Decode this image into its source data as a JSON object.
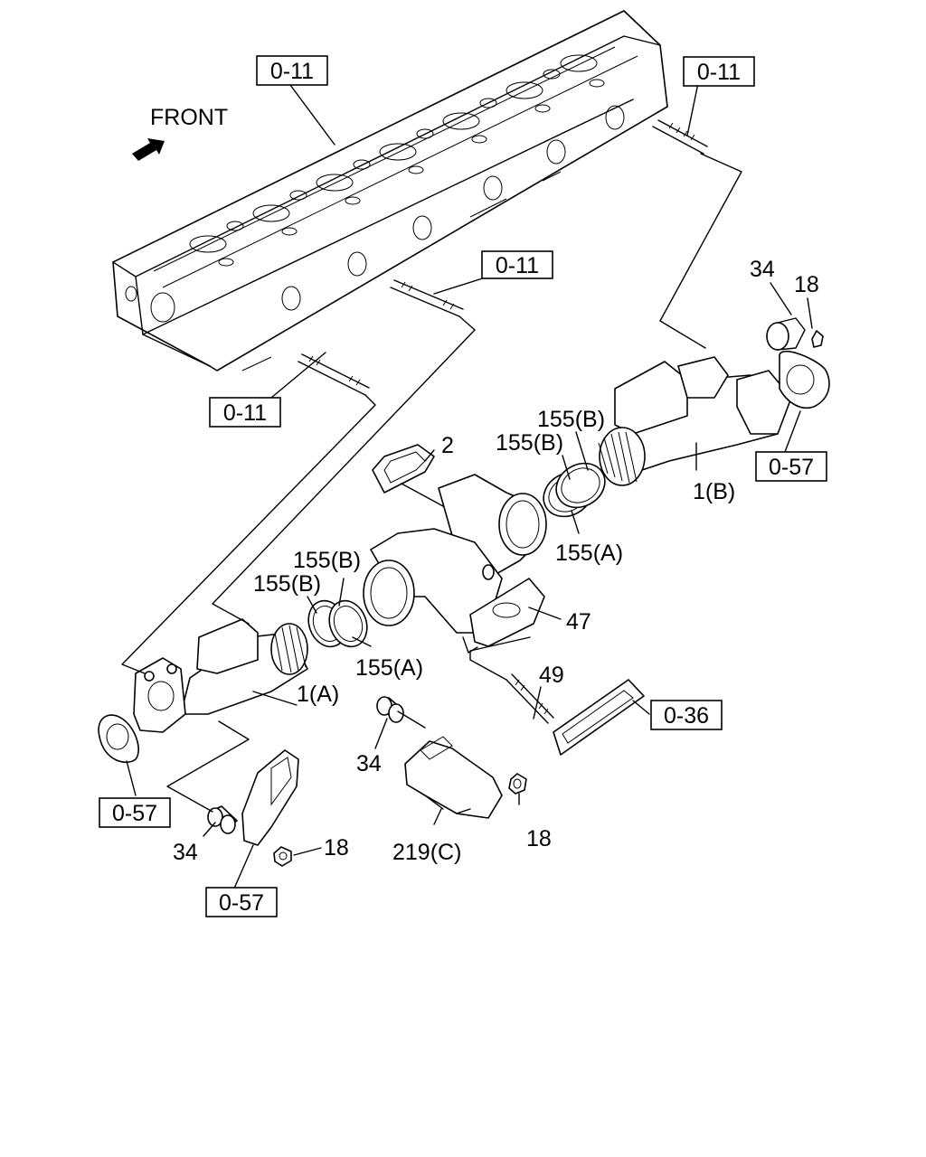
{
  "direction_label": "FRONT",
  "refs": {
    "r1": "0-11",
    "r2": "0-11",
    "r3": "0-11",
    "r4": "0-11",
    "r5": "0-57",
    "r6": "0-57",
    "r7": "0-57",
    "r8": "0-36"
  },
  "labels": {
    "p34a": "34",
    "p18a": "18",
    "p2": "2",
    "p155b1": "155(B)",
    "p155b2": "155(B)",
    "p155a1": "155(A)",
    "p1b": "1(B)",
    "p155b3": "155(B)",
    "p155b4": "155(B)",
    "p155a2": "155(A)",
    "p47": "47",
    "p49": "49",
    "p1a": "1(A)",
    "p34b": "34",
    "p18b": "18",
    "p219c": "219(C)",
    "p34c": "34",
    "p18c": "18"
  }
}
